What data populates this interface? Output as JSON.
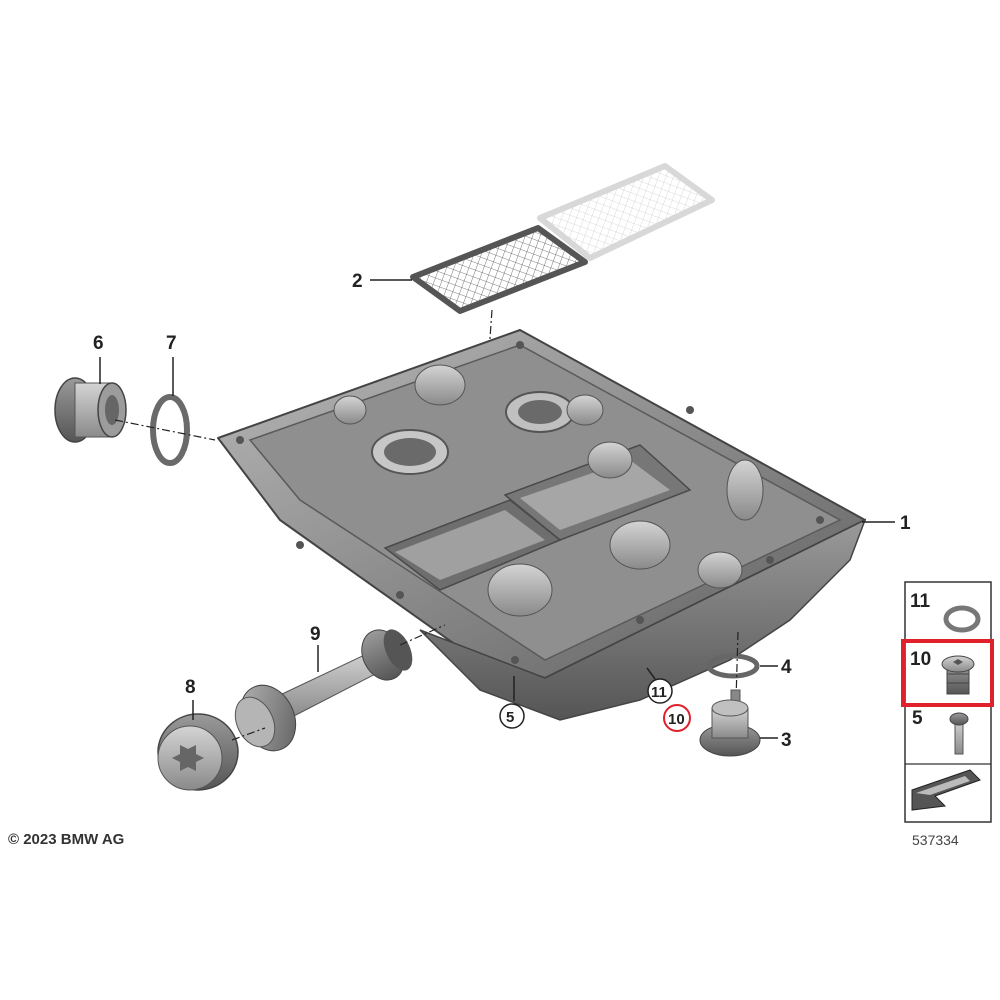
{
  "callouts": {
    "c1": "1",
    "c2": "2",
    "c3": "3",
    "c4": "4",
    "c5_circled": "5",
    "c6": "6",
    "c7": "7",
    "c8": "8",
    "c9": "9",
    "c10_circled": "10",
    "c11_circled": "11"
  },
  "legend": {
    "item11": "11",
    "item10": "10",
    "item5": "5"
  },
  "copyright": "© 2023 BMW AG",
  "diagram_number": "537334",
  "colors": {
    "highlight": "#e0202a",
    "part_gray": "#8a8a8a",
    "line": "#222222"
  }
}
